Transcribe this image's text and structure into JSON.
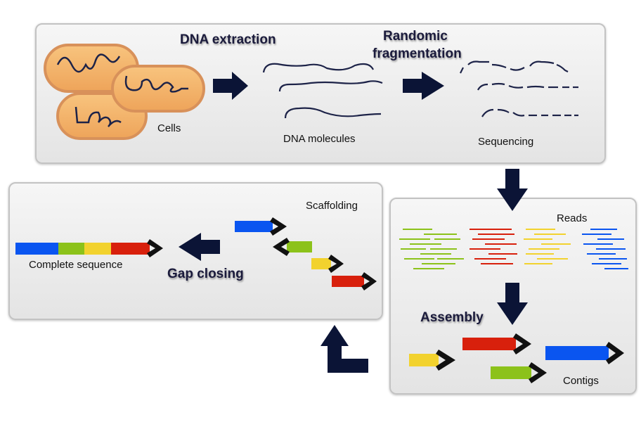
{
  "labels": {
    "dna_extraction": "DNA extraction",
    "random_fragmentation_line1": "Randomic",
    "random_fragmentation_line2": "fragmentation",
    "cells": "Cells",
    "dna_molecules": "DNA molecules",
    "sequencing": "Sequencing",
    "reads": "Reads",
    "assembly": "Assembly",
    "contigs": "Contigs",
    "scaffolding": "Scaffolding",
    "gap_closing": "Gap closing",
    "complete_sequence": "Complete sequence"
  },
  "colors": {
    "blue": "#0a55f0",
    "green": "#8cc21a",
    "yellow": "#f2d22e",
    "red": "#d8200c",
    "arrow_dark": "#0b1436",
    "cell_fill": "#f4b46a",
    "cell_border": "#d8915a",
    "strand": "#1d2348"
  }
}
